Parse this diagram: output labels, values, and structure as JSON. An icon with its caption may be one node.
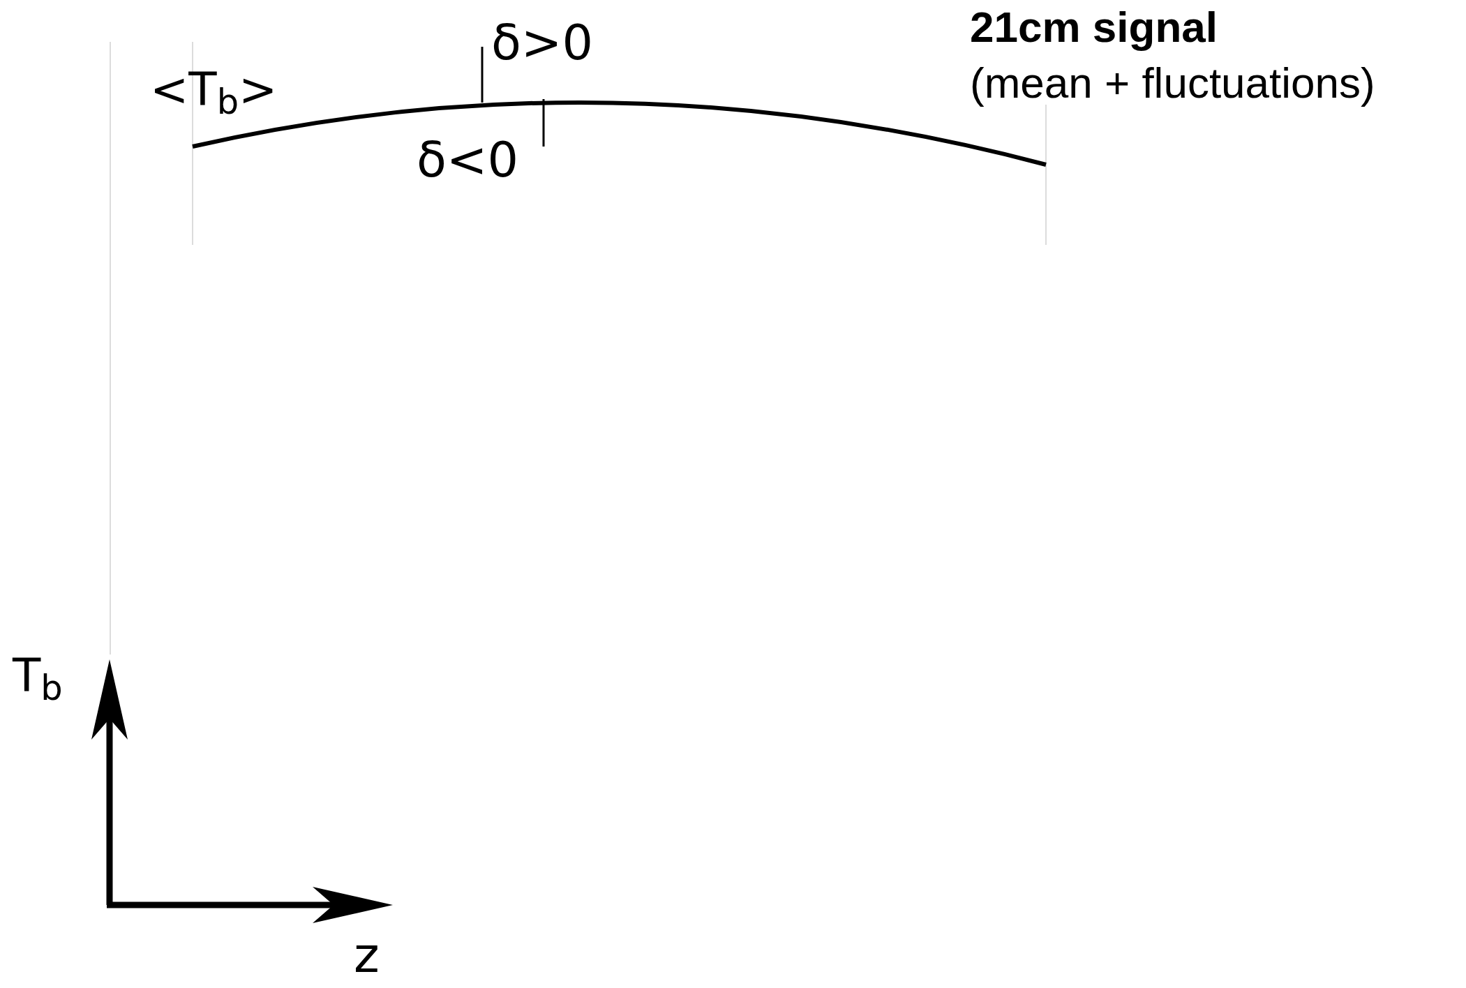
{
  "diagram": {
    "labels": [
      "<T$_{b}$>",
      "δ>0",
      "δ<0",
      "21cm signal",
      "(mean + fluctuations)",
      "T$_{b}$",
      "z"
    ]
  }
}
